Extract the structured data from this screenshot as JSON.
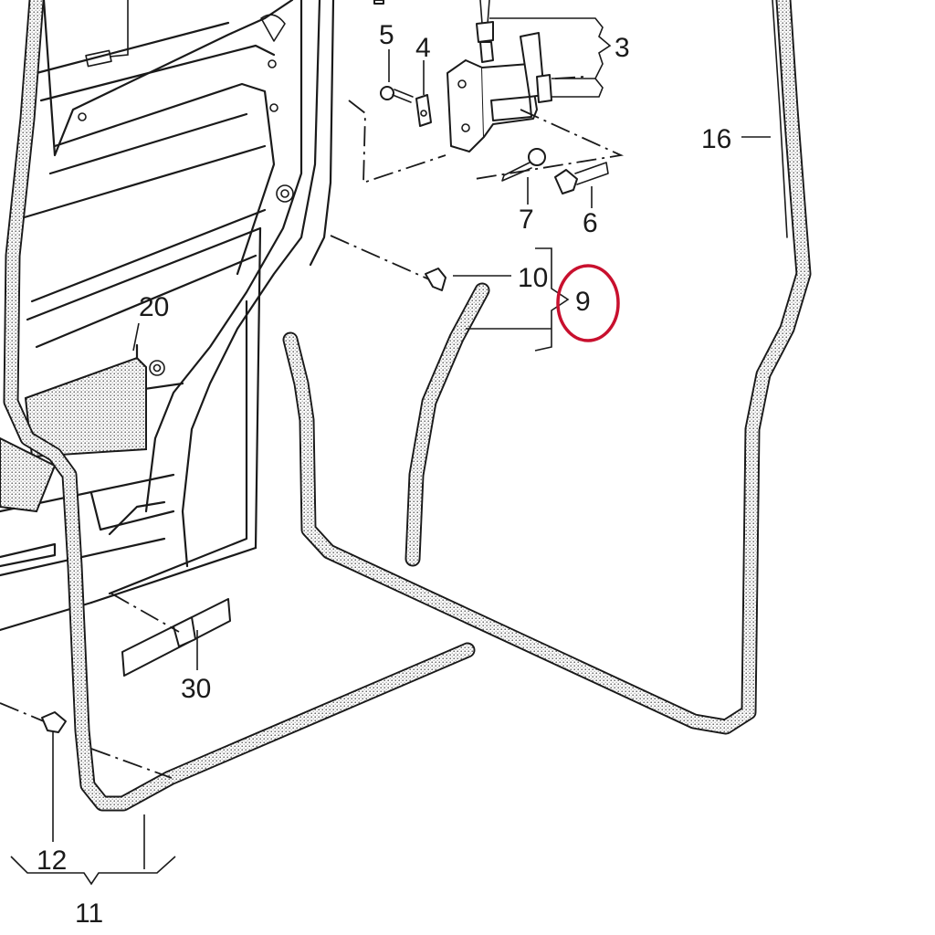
{
  "labels": {
    "l3": "3",
    "l4": "4",
    "l5": "5",
    "l6": "6",
    "l7": "7",
    "l9": "9",
    "l10": "10",
    "l11": "11",
    "l12": "12",
    "l16": "16",
    "l20": "20",
    "l30": "30"
  },
  "colors": {
    "line": "#1a1a1a",
    "highlight_circle": "#c8102e",
    "background": "#ffffff"
  }
}
